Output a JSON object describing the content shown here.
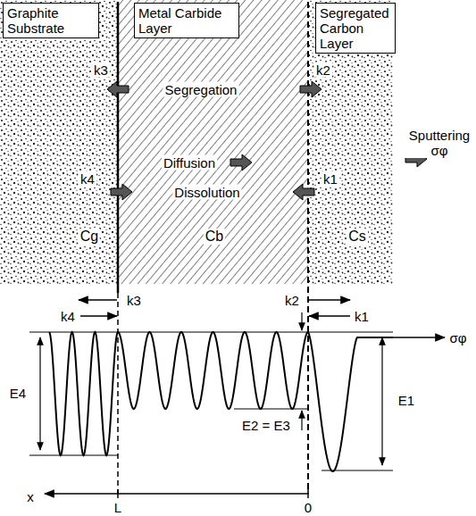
{
  "diagram": {
    "nodes": [
      {
        "text": [
          "Graphite Substrate",
          "Cg"
        ]
      },
      {
        "text": [
          "Metal Carbide Layer",
          "Cb"
        ]
      },
      {
        "text": [
          "Segregated Carbon Layer",
          "Cs"
        ]
      }
    ],
    "labels": [
      "k3",
      "Segregation",
      "k2",
      "Diffusion",
      "Sputtering σφ",
      "k4",
      "Dissolution",
      "k1",
      "k3",
      "k2",
      "k4",
      "k1",
      "E4",
      "E2 = E3",
      "E1",
      "σφ",
      "x",
      "L",
      "0"
    ]
  }
}
